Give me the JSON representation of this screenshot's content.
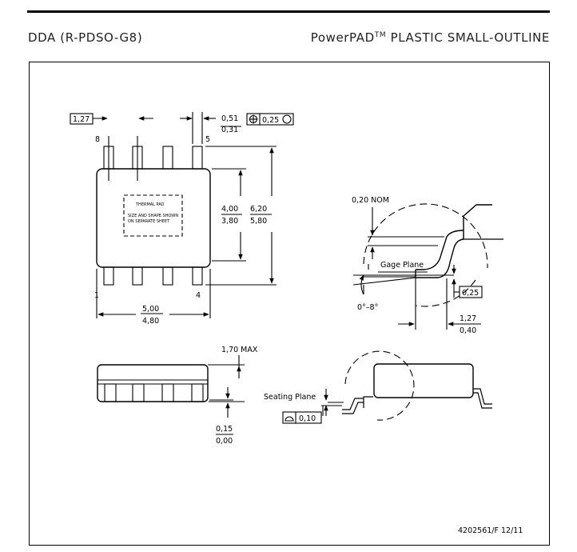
{
  "header": {
    "package_code": "DDA (R-PDSO-G8)",
    "package_name": "PowerPAD",
    "trademark": "TM",
    "package_suffix": "PLASTIC SMALL-OUTLINE"
  },
  "top_view": {
    "pin_pitch": "1,27",
    "pin_labels": [
      "8",
      "5",
      "1",
      "4"
    ],
    "lead_width_max": "0,51",
    "lead_width_min": "0,31",
    "position_tolerance": "0,25",
    "thermal_pad_title": "THERMAL PAD",
    "thermal_pad_note_1": "SIZE AND SHAPE SHOWN",
    "thermal_pad_note_2": "ON SEPARATE SHEET",
    "body_width_max": "4,00",
    "body_width_min": "3,80",
    "overall_width_max": "6,20",
    "overall_width_min": "5,80",
    "body_length_max": "5,00",
    "body_length_min": "4,80"
  },
  "detail_view": {
    "lead_thickness": "0,20 NOM",
    "gage_plane_label": "Gage Plane",
    "gage_height": "0,25",
    "angle_range": "0°–8°",
    "foot_length_max": "1,27",
    "foot_length_min": "0,40"
  },
  "side_view": {
    "max_height": "1,70 MAX",
    "standoff_max": "0,15",
    "standoff_min": "0,00",
    "seating_plane_label": "Seating Plane",
    "coplanarity": "0,10"
  },
  "footer": {
    "drawing_number": "4202561/F 12/11"
  }
}
